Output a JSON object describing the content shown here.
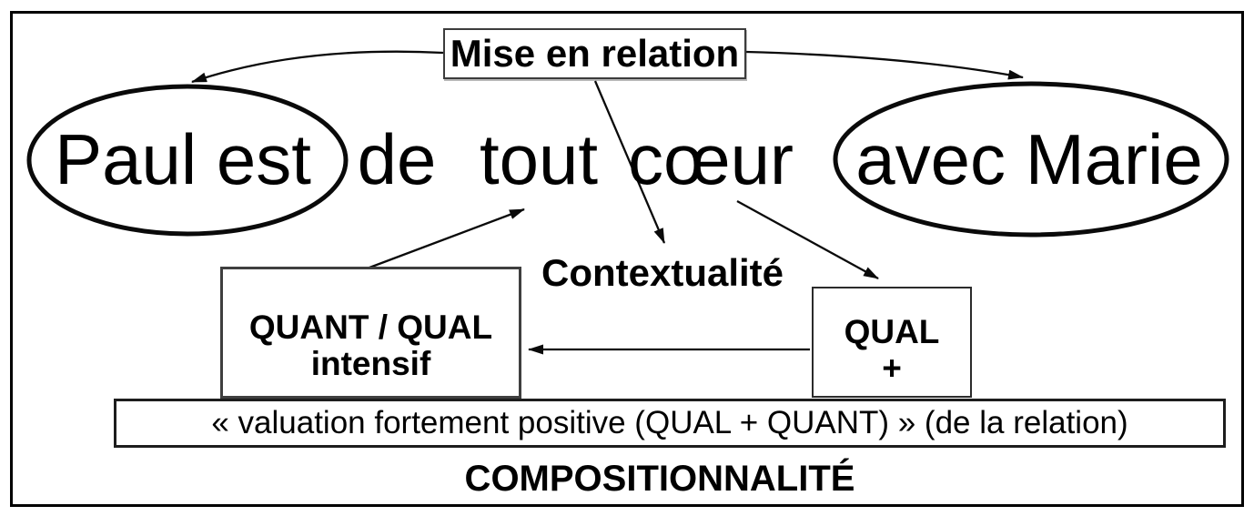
{
  "diagram": {
    "top_label": "Mise en relation",
    "sentence": {
      "subject": "Paul est",
      "word_de": "de",
      "word_tout": "tout",
      "word_coeur": "cœur",
      "object": "avec Marie"
    },
    "context_label": "Contextualité",
    "quant_qual_box": {
      "line1": "QUANT / QUAL",
      "line2": "intensif"
    },
    "qual_box": {
      "line1": "QUAL",
      "line2": "+"
    },
    "valuation_label": "« valuation fortement positive (QUAL + QUANT) » (de la relation)",
    "compositionality_label": "COMPOSITIONNALITÉ",
    "colors": {
      "ink": "#000000",
      "paper": "#ffffff"
    }
  }
}
